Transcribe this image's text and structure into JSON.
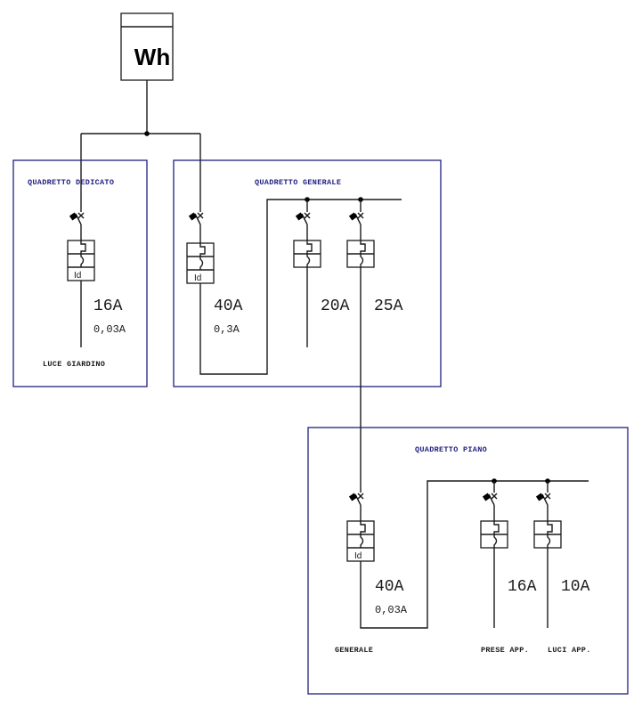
{
  "meter": {
    "label": "Wh"
  },
  "colors": {
    "panel_border": "#1f1f80",
    "wire": "#1a1a1a",
    "panel_title": "#1f1f80"
  },
  "panels": [
    {
      "title": "QUADRETTO DEDICATO",
      "breakers": [
        {
          "rating": "16A",
          "sensitivity": "0,03A",
          "differential": true,
          "differential_label": "Id",
          "circuit": "LUCE GIARDINO"
        }
      ]
    },
    {
      "title": "QUADRETTO GENERALE",
      "breakers": [
        {
          "rating": "40A",
          "sensitivity": "0,3A",
          "differential": true,
          "differential_label": "Id",
          "circuit": ""
        },
        {
          "rating": "20A",
          "sensitivity": "",
          "differential": false,
          "circuit": ""
        },
        {
          "rating": "25A",
          "sensitivity": "",
          "differential": false,
          "circuit": ""
        }
      ]
    },
    {
      "title": "QUADRETTO PIANO",
      "breakers": [
        {
          "rating": "40A",
          "sensitivity": "0,03A",
          "differential": true,
          "differential_label": "Id",
          "circuit": "GENERALE"
        },
        {
          "rating": "16A",
          "sensitivity": "",
          "differential": false,
          "circuit": "PRESE APP."
        },
        {
          "rating": "10A",
          "sensitivity": "",
          "differential": false,
          "circuit": "LUCI APP."
        }
      ]
    }
  ]
}
